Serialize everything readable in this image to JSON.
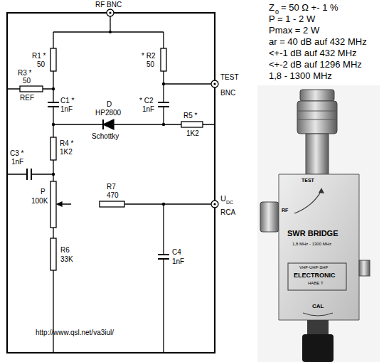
{
  "diagram": {
    "labels": [
      "RF BNC",
      "R1 *",
      "50",
      "* R2",
      "50",
      "R3 *",
      "50",
      "REF",
      "C1 *",
      "1nF",
      "* C2",
      "1nF",
      "TEST",
      "BNC",
      "D",
      "HP2800",
      "Schottky",
      "R5 *",
      "1K2",
      "R4 *",
      "1K2",
      "C3 *",
      "1nF",
      "P",
      "100K",
      "R7",
      "470",
      "U",
      "DC",
      "RCA",
      "C4",
      "1nF",
      "R6",
      "33K",
      "http://www.qsl.net/va3iul/",
      "Z",
      "0",
      "= 50 Ω +- 1 %",
      "P = 1 - 2 W",
      "Pmax = 2 W",
      "ar = 40 dB auf 432 MHz",
      "<+-1 dB auf 432 MHz",
      "<+-2 dB auf 1296 MHz",
      "1,8 - 1300 MHz",
      "TEST",
      "RF",
      "SWR BRIDGE",
      "1,8 MHz - 1300 MHz",
      "VHF-UHF-SHF",
      "ELECTRONIC",
      "HABE T",
      "CAL"
    ]
  }
}
